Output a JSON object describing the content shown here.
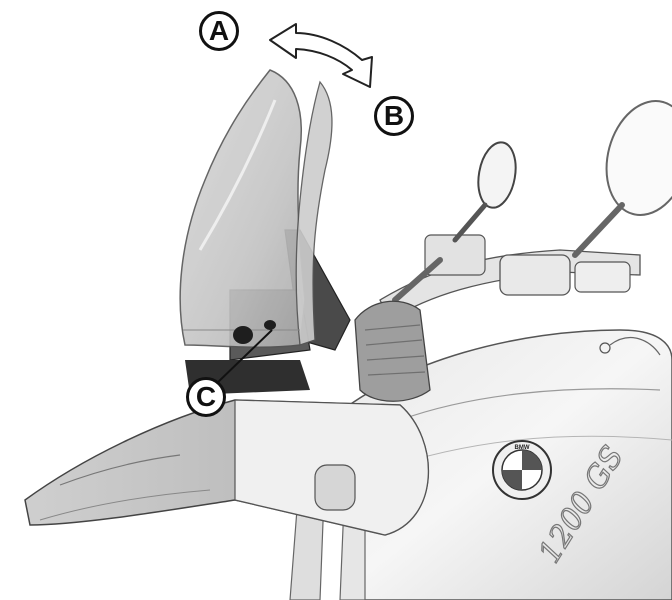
{
  "callouts": {
    "a": "A",
    "b": "B",
    "c": "C"
  },
  "logo_text": "BMW",
  "tank_text": "1200 GS"
}
